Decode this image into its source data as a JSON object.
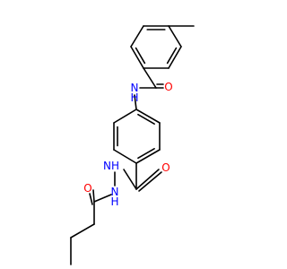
{
  "molecule": {
    "atoms": {
      "O_top": "O",
      "NH_amide": "N\nH",
      "O_mid": "O",
      "NH_1": "NH",
      "NH_2": "N\nH",
      "O_low": "O"
    },
    "colors": {
      "O": "#ff0000",
      "N": "#0000ff",
      "bond": "#000000"
    }
  }
}
